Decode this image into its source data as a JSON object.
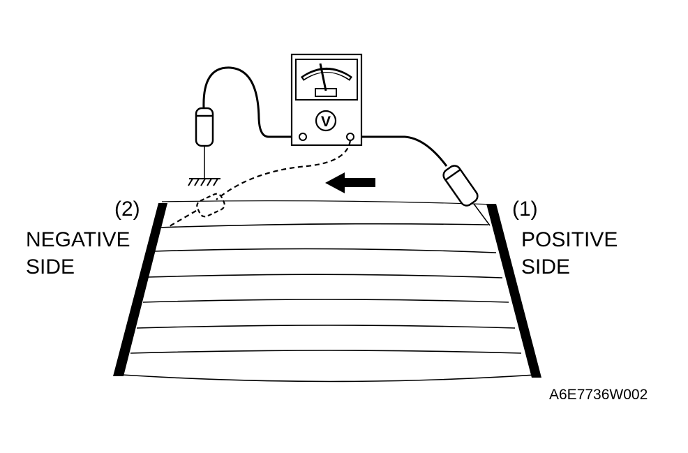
{
  "labels": {
    "negative_number": "(2)",
    "negative_line1": "NEGATIVE",
    "negative_line2": "SIDE",
    "positive_number": "(1)",
    "positive_line1": "POSITIVE",
    "positive_line2": "SIDE",
    "meter_symbol": "V",
    "figure_code": "A6E7736W002"
  },
  "colors": {
    "ink": "#000000",
    "background": "#ffffff"
  },
  "icons": {
    "meter": "analog-voltmeter-icon",
    "ground": "ground-symbol-icon",
    "arrow": "left-arrow-icon"
  }
}
